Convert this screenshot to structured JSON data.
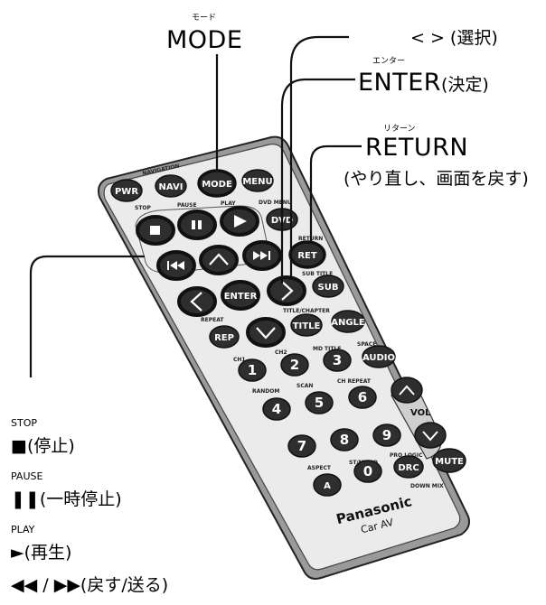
{
  "labels": {
    "mode": {
      "ruby": "モード",
      "text": "MODE"
    },
    "select": {
      "text": "< > (選択)"
    },
    "enter": {
      "ruby": "エンター",
      "text": "ENTER",
      "jp": "(決定)"
    },
    "return": {
      "ruby": "リターン",
      "text": "RETURN",
      "jp": "(やり直し、画面を戻す)"
    },
    "stop": {
      "en": "STOP",
      "jp": "■(停止)"
    },
    "pause": {
      "en": "PAUSE",
      "jp": "❚❚(一時停止)"
    },
    "play": {
      "en": "PLAY",
      "jp": "►(再生)"
    },
    "skip": {
      "jp": "◀◀ / ▶▶(戻す/送る)"
    }
  },
  "remote": {
    "buttons": {
      "pwr": "PWR",
      "navi": "NAVI",
      "mode": "MODE",
      "menu": "MENU",
      "dvd": "DVD",
      "ret": "RET",
      "sub": "SUB",
      "enter": "ENTER",
      "title": "TITLE",
      "angle": "ANGLE",
      "rep": "REP",
      "audio": "AUDIO",
      "drc": "DRC",
      "mute": "MUTE",
      "a": "A",
      "zero": "0",
      "n1": "1",
      "n2": "2",
      "n3": "3",
      "n4": "4",
      "n5": "5",
      "n6": "6",
      "n7": "7",
      "n8": "8",
      "n9": "9"
    },
    "captions": {
      "navigation": "NAVIGATION",
      "stop": "STOP",
      "pause": "PAUSE",
      "play": "PLAY",
      "dvd_menu": "DVD MENU",
      "return": "RETURN",
      "sub_title": "SUB TITLE",
      "repeat": "REPEAT",
      "title_chapter": "TITLE/CHAPTER",
      "ch2": "CH2",
      "md_title": "MD TITLE",
      "space": "SPACE",
      "ch1": "CH1",
      "random": "RANDOM",
      "scan": "SCAN",
      "ch_repeat": "CH REPEAT",
      "vol": "VOL",
      "aspect": "ASPECT",
      "st_mono": "ST/MONO",
      "pro_logic": "PRO LOGIC",
      "down_mix": "DOWN MIX"
    },
    "brand": "Panasonic",
    "model": "Car AV"
  },
  "colors": {
    "button_dark": "#2e2e2e",
    "body_light": "#e9e9e9",
    "body_outline": "#333333"
  }
}
